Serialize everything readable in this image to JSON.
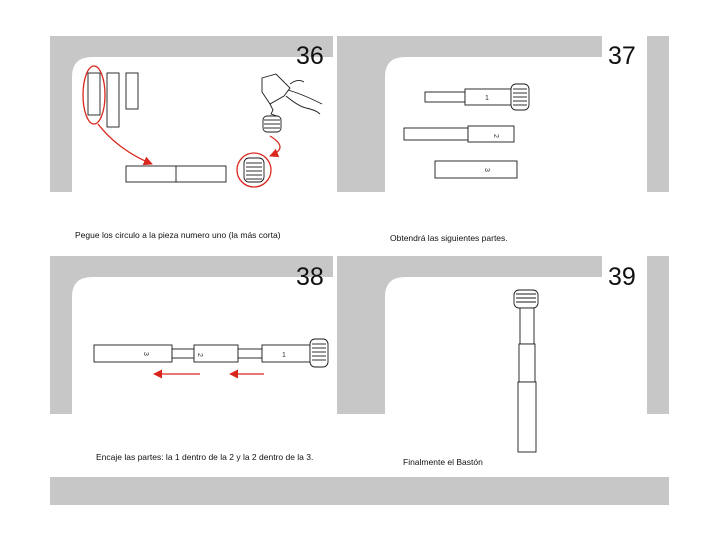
{
  "steps": [
    {
      "number": "36",
      "caption": "Pegue los circulo a la pieza numero uno (la más corta)"
    },
    {
      "number": "37",
      "caption": "Obtendrá las siguientes partes."
    },
    {
      "number": "38",
      "caption": "Encaje las partes: la 1 dentro de la 2 y la 2 dentro de la 3."
    },
    {
      "number": "39",
      "caption": "Finalmente el Bastón"
    }
  ],
  "part_labels": {
    "one": "1",
    "two": "2",
    "three": "3"
  },
  "colors": {
    "frame_gray": "#c7c7c7",
    "arrow_red": "#d9261c",
    "stroke": "#1a1a1a"
  }
}
